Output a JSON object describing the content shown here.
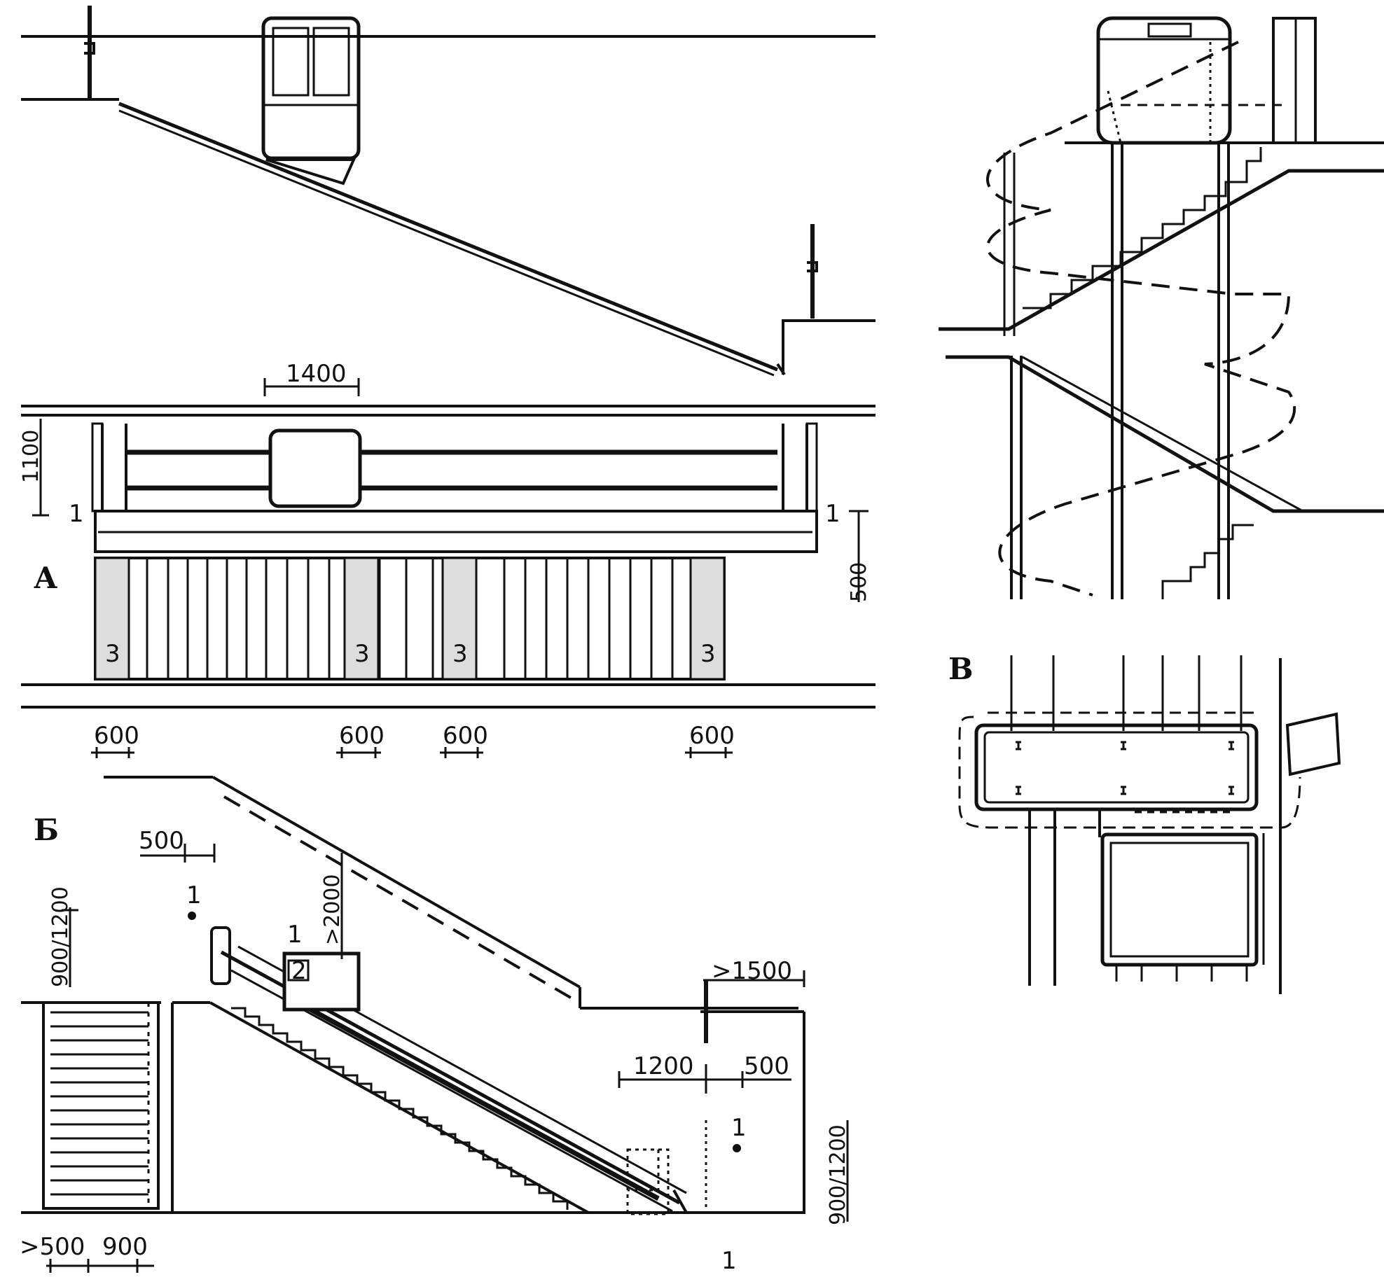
{
  "labels": {
    "view_a": "А",
    "view_b": "Б",
    "view_v": "В"
  },
  "dimensions": {
    "d1400": "1400",
    "d1100": "1100",
    "d500v": "500",
    "d600_1": "600",
    "d600_2": "600",
    "d600_3": "600",
    "d600_4": "600",
    "d500": "500",
    "d2000": ">2000",
    "d900_1200_left": "900/1200",
    "d1500": ">1500",
    "d1200": "1200",
    "d500_right": "500",
    "d900_1200_right": "900/1200",
    "d500_bottom": ">500",
    "d900_bottom": "900"
  },
  "markers": {
    "m1_a_left": "1",
    "m1_a_right": "1",
    "m3_a": "3",
    "m3_b": "3",
    "m3_c": "3",
    "m3_d": "3",
    "m1_b_top": "1",
    "m1_b_lift": "1",
    "m2_b": "2",
    "m1_b_right": "1",
    "m1_b_bottom": "1"
  }
}
